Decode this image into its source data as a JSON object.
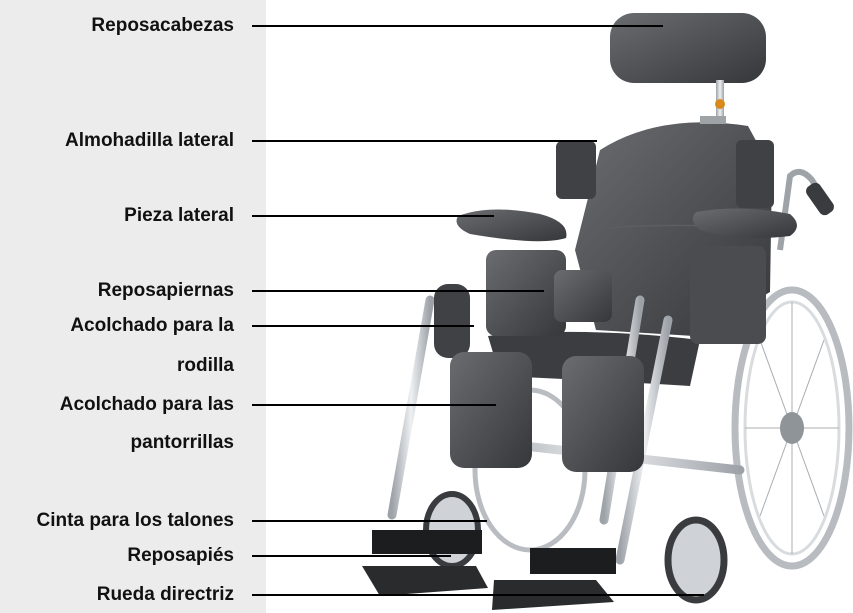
{
  "labels": [
    {
      "id": "reposacabezas",
      "lines": [
        "Reposacabezas"
      ]
    },
    {
      "id": "almohadilla-lateral",
      "lines": [
        "Almohadilla lateral"
      ]
    },
    {
      "id": "pieza-lateral",
      "lines": [
        "Pieza lateral"
      ]
    },
    {
      "id": "reposapiernas",
      "lines": [
        "Reposapiernas"
      ]
    },
    {
      "id": "acolchado-rodilla",
      "lines": [
        "Acolchado para la",
        "rodilla"
      ]
    },
    {
      "id": "acolchado-pantorrillas",
      "lines": [
        "Acolchado para las",
        "pantorrillas"
      ]
    },
    {
      "id": "cinta-talones",
      "lines": [
        "Cinta para los talones"
      ]
    },
    {
      "id": "reposapies",
      "lines": [
        "Reposapiés"
      ]
    },
    {
      "id": "rueda-directriz",
      "lines": [
        "Rueda directriz"
      ]
    }
  ],
  "colors": {
    "panel": "#ececec",
    "leader": "#000000",
    "frame": "#c9cdd2",
    "upholstery": "#4a4c50"
  }
}
